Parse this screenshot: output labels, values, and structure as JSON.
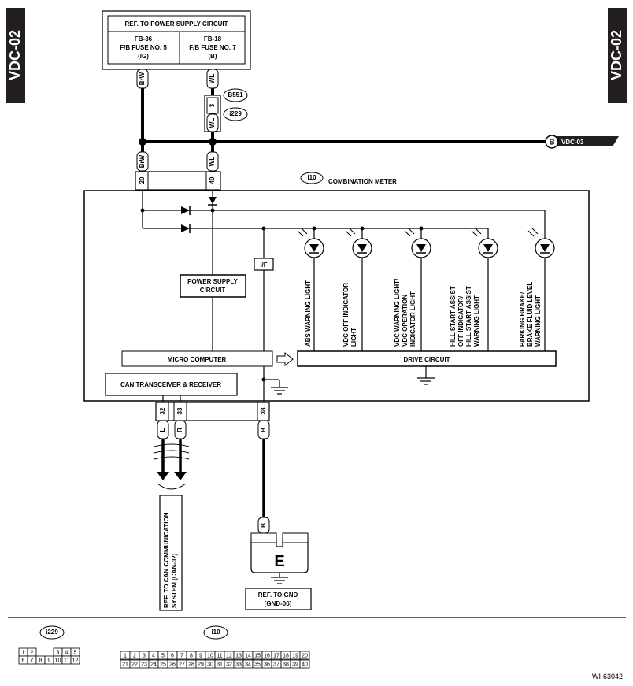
{
  "tabs": {
    "left": "VDC-02",
    "right": "VDC-02"
  },
  "power_supply": {
    "header": "REF. TO POWER SUPPLY CIRCUIT",
    "fuse_left": {
      "line1": "FB-36",
      "line2": "F/B FUSE NO. 5",
      "line3": "(IG)"
    },
    "fuse_right": {
      "line1": "FB-18",
      "line2": "F/B FUSE NO. 7",
      "line3": "(B)"
    }
  },
  "wires": {
    "brw": "BrW",
    "wl": "WL",
    "l": "L",
    "r": "R",
    "b": "B"
  },
  "connectors": {
    "b551": "B551",
    "i229": "i229",
    "i10": "i10",
    "pin_3": "3",
    "pin_20": "20",
    "pin_40": "40",
    "pin_32": "32",
    "pin_33": "33",
    "pin_38": "38"
  },
  "offpage": {
    "letter": "B",
    "label": "VDC-03"
  },
  "meter": {
    "title": "COMBINATION METER",
    "if_label": "I/F",
    "power_supply_circuit": {
      "line1": "POWER SUPPLY",
      "line2": "CIRCUIT"
    },
    "micro_computer": "MICRO COMPUTER",
    "can_transceiver": "CAN TRANSCEIVER & RECEIVER",
    "drive_circuit": "DRIVE CIRCUIT",
    "lamps": [
      {
        "lines": [
          "ABS WARNING LIGHT"
        ]
      },
      {
        "lines": [
          "VDC OFF INDICATOR",
          "LIGHT"
        ]
      },
      {
        "lines": [
          "VDC WARNING LIGHT/",
          "VDC OPERATION",
          "INDICATOR LIGHT"
        ]
      },
      {
        "lines": [
          "HILL START ASSIST",
          "OFF INDICATOR/",
          "HILL START ASSIST",
          "WARNING LIGHT"
        ]
      },
      {
        "lines": [
          "PARKING BRAKE/",
          "BRAKE FLUID LEVEL",
          "WARNING LIGHT"
        ]
      }
    ]
  },
  "ground": {
    "letter": "E",
    "ref_line1": "REF. TO GND",
    "ref_line2": "[GND-06]"
  },
  "can_ref": {
    "line1": "REF. TO CAN COMMUNICATION",
    "line2": "SYSTEM [CAN-02]"
  },
  "legend": {
    "i229_label": "i229",
    "i229_top": [
      "1",
      "2",
      "",
      "3",
      "4",
      "5"
    ],
    "i229_bottom": [
      "6",
      "7",
      "8",
      "9",
      "10",
      "11",
      "12"
    ],
    "i10_label": "i10",
    "i10_top": [
      "1",
      "2",
      "3",
      "4",
      "5",
      "6",
      "7",
      "8",
      "9",
      "10",
      "11",
      "12",
      "13",
      "14",
      "15",
      "16",
      "17",
      "18",
      "19",
      "20"
    ],
    "i10_bottom": [
      "21",
      "22",
      "23",
      "24",
      "25",
      "26",
      "27",
      "28",
      "29",
      "30",
      "31",
      "32",
      "33",
      "34",
      "35",
      "36",
      "37",
      "38",
      "39",
      "40"
    ]
  },
  "figure_id": "WI-63042"
}
